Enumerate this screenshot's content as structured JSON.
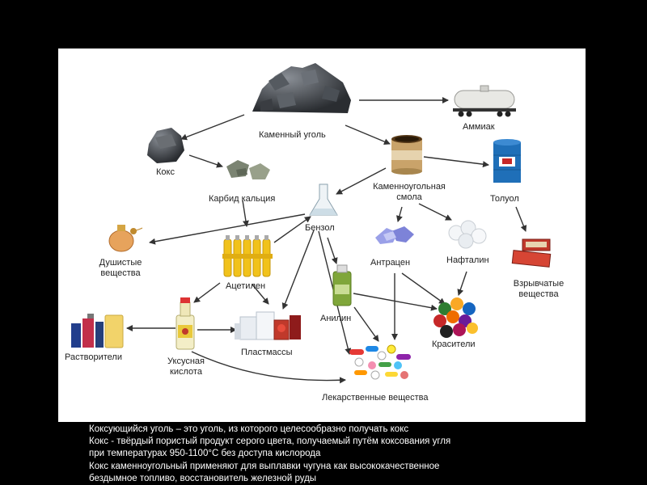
{
  "nodes": {
    "coal": "Каменный уголь",
    "ammonia": "Аммиак",
    "coke": "Кокс",
    "tar": "Каменноугольная смола",
    "toluene": "Толуол",
    "carbide": "Карбид кальция",
    "benzene": "Бензол",
    "perfume": "Душистые вещества",
    "acetylene": "Ацетилен",
    "anthracene": "Антрацен",
    "naphthalene": "Нафталин",
    "explosives": "Взрывчатые вещества",
    "aniline": "Анилин",
    "solvents": "Растворители",
    "acetic_acid": "Уксусная кислота",
    "plastics": "Пластмассы",
    "dyes": "Красители",
    "medicines": "Лекарственные вещества"
  },
  "captions": [
    "Коксующийся уголь – это уголь, из которого целесообразно получать кокс",
    "Кокс  - твёрдый пористый продукт серого цвета, получаемый путём коксования угля",
    "при температурах 950-1100°С без доступа кислорода",
    "Кокс каменноугольный применяют для выплавки чугуна как высококачественное",
    "бездымное топливо, восстановитель железной руды"
  ]
}
